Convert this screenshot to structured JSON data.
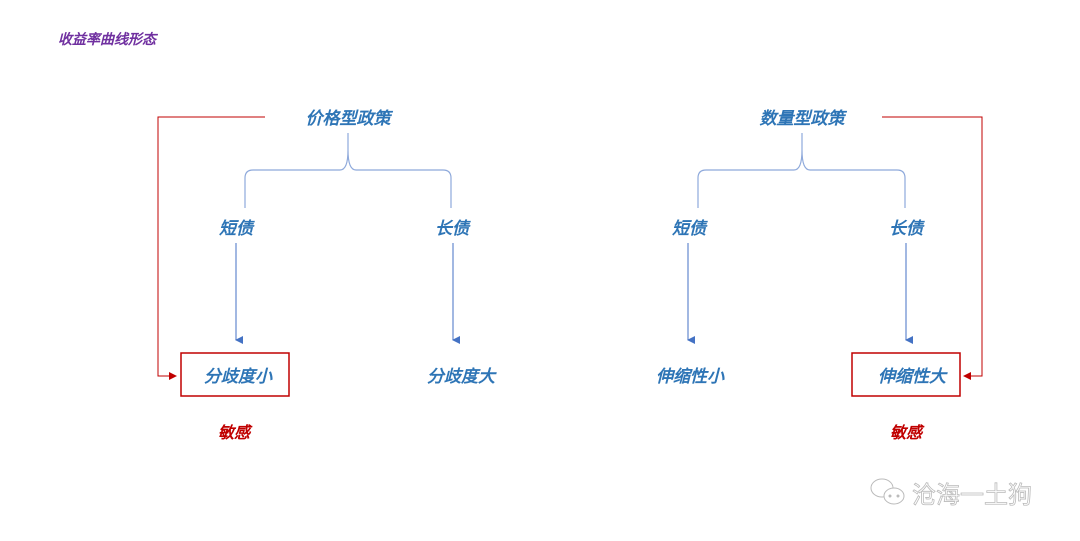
{
  "title": "收益率曲线形态",
  "left": {
    "policy": "价格型政策",
    "short": "短债",
    "long": "长债",
    "short_result": "分歧度小",
    "long_result": "分歧度大",
    "sensitive": "敏感"
  },
  "right": {
    "policy": "数量型政策",
    "short": "短债",
    "long": "长债",
    "short_result": "伸缩性小",
    "long_result": "伸缩性大",
    "sensitive": "敏感"
  },
  "watermark": "沧海一土狗",
  "colors": {
    "blue": "#2e75b6",
    "line": "#4472c4",
    "red": "#c00000",
    "title": "#7030a0"
  }
}
